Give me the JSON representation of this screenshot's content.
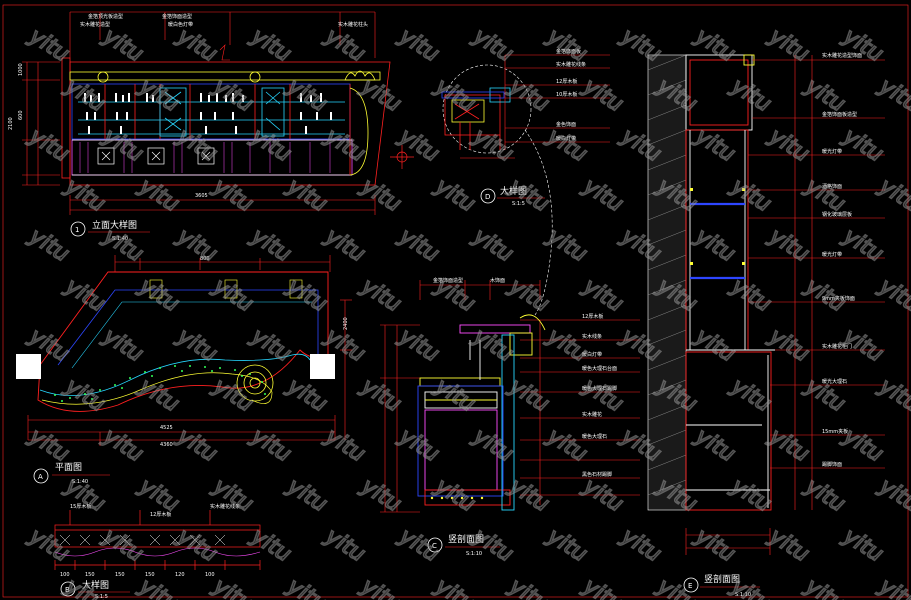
{
  "colors": {
    "background": "#000000",
    "line_main": "#ff2020",
    "line_cyan": "#27d7ff",
    "line_blue": "#2d46ff",
    "line_yellow": "#ffff33",
    "line_white": "#ffffff",
    "line_green": "#32ff56",
    "line_magenta": "#ff4cff",
    "watermark": "#9a9a9a"
  },
  "watermark_text": "yitu",
  "views": {
    "elevation": {
      "title": "立面大样图",
      "scale": "S:1:40",
      "marker": "1",
      "annotations": [
        "金箔顶光板造型",
        "实木雕花造型",
        "金箔饰面造型",
        "暖白色灯带",
        "实木雕花柱头"
      ],
      "dims": [
        "3605",
        "1000",
        "600",
        "2100"
      ]
    },
    "plan": {
      "title": "平面图",
      "scale": "S:1:40",
      "marker": "A",
      "dims": [
        "4525",
        "4360",
        "800",
        "2400"
      ]
    },
    "detail_b": {
      "title": "大样图",
      "scale": "S:1:5",
      "marker": "B",
      "dims": [
        "100",
        "150",
        "150",
        "150",
        "120",
        "100"
      ],
      "annotations": [
        "15厚木板",
        "12厚木板",
        "实木雕花线条"
      ]
    },
    "detail_d": {
      "title": "大样图",
      "scale": "S:1:5",
      "marker": "D",
      "annotations": [
        "金箔饰面板",
        "实木雕花线条",
        "12厚木板",
        "10厚木板",
        "金色饰面",
        "暖白灯带"
      ]
    },
    "section_c": {
      "title": "竖剖面图",
      "scale": "S:1:10",
      "marker": "C",
      "annotations": [
        "金箔饰面造型",
        "木饰面",
        "12厚木板",
        "实木线条",
        "暖白灯带",
        "暖色大理石台面",
        "暖色大理石踢脚",
        "实木雕花",
        "暖色大理石",
        "黑色石材踢脚"
      ]
    },
    "section_e": {
      "title": "竖剖面图",
      "scale": "S:1:10",
      "marker": "E",
      "annotations": [
        "实木雕花造型饰面",
        "金箔饰面板造型",
        "暖光灯带",
        "酒格饰面",
        "钢化玻璃层板",
        "暖光灯带",
        "9mm夹板饰面",
        "实木雕花柜门",
        "暖光大理石",
        "15mm夹板",
        "踢脚饰面"
      ]
    }
  }
}
